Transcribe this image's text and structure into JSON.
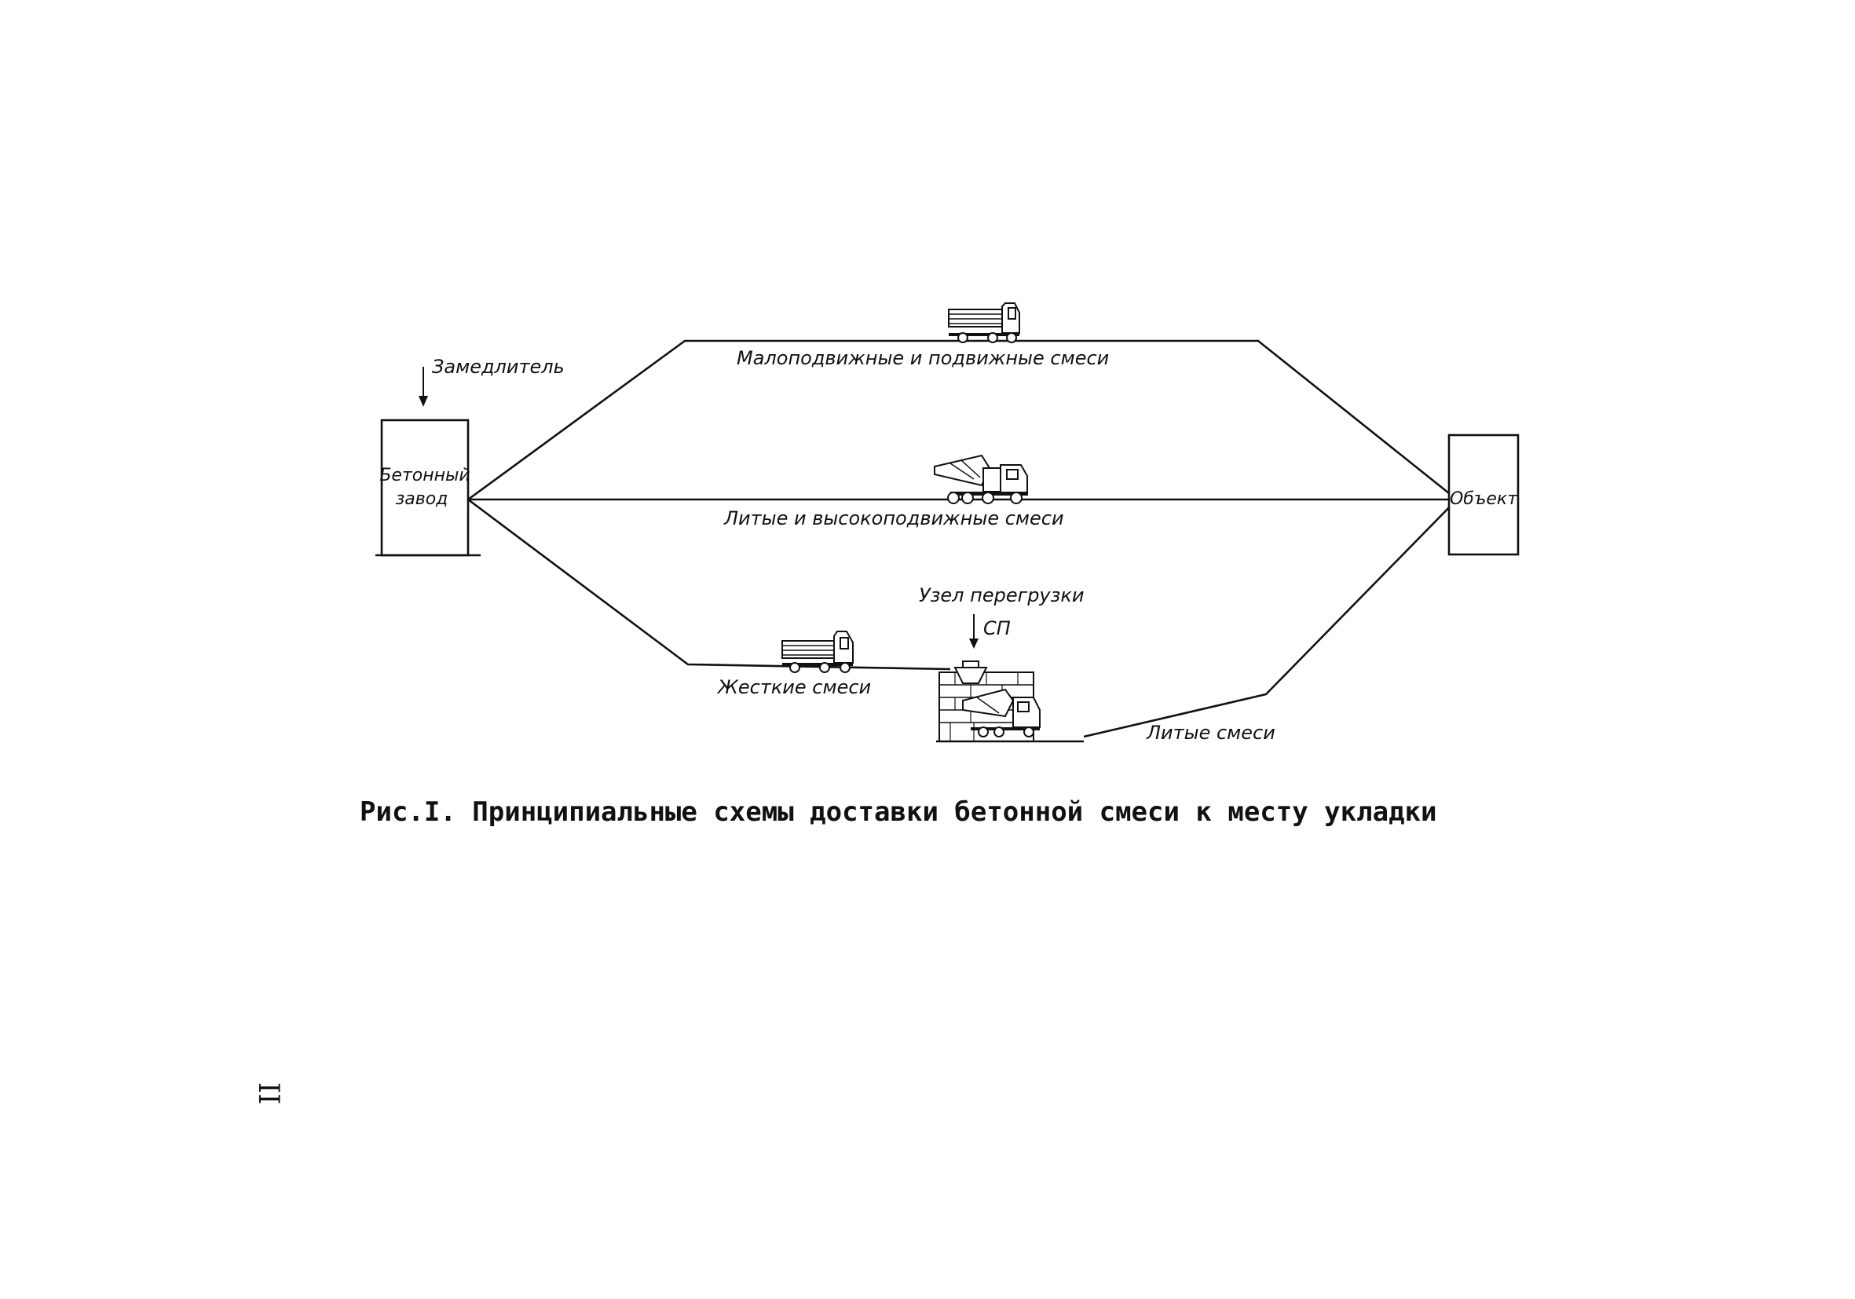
{
  "nodes": {
    "plant_line1": "Бетонный",
    "plant_line2": "завод",
    "object": "Объект",
    "retarder": "Замедлитель",
    "transfer_node": "Узел перегрузки",
    "sp": "СП"
  },
  "routes": {
    "top": "Малоподвижные  и  подвижные  смеси",
    "middle": "Литые  и  высокоподвижные  смеси",
    "bottom_left": "Жесткие смеси",
    "bottom_right": "Литые смеси"
  },
  "vehicles": {
    "top": "dump-truck-icon",
    "middle": "concrete-mixer-truck-icon",
    "bottom_left": "dump-truck-icon",
    "transfer": "transfer-station-mixer-icon"
  },
  "caption": "Рис.I. Принципиальные схемы доставки бетонной смеси к месту укладки",
  "page_number": "II"
}
